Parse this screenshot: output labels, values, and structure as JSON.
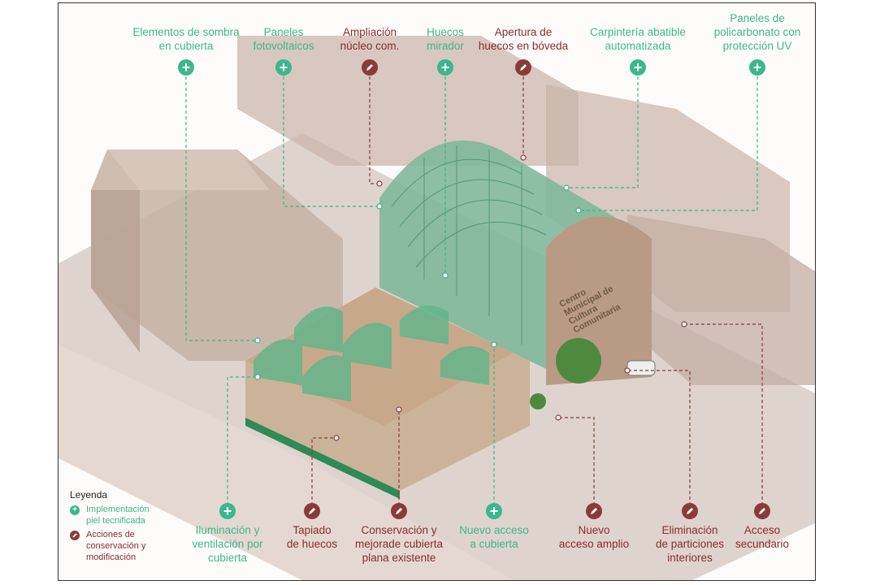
{
  "colors": {
    "implementation": "#3bb88a",
    "conservation": "#8b3a3a",
    "building_mass": "#cdb9ad",
    "ground": "#d7c8c0"
  },
  "top_annotations": [
    {
      "text": "Elementos de sombra\nen cubierta",
      "type": "implementation",
      "icon": "plus-icon"
    },
    {
      "text": "Paneles\nfotovoltaicos",
      "type": "implementation",
      "icon": "plus-icon"
    },
    {
      "text": "Ampliación\nnúcleo com.",
      "type": "conservation",
      "icon": "pencil-icon"
    },
    {
      "text": "Huecos\nmirador",
      "type": "implementation",
      "icon": "plus-icon"
    },
    {
      "text": "Apertura de\nhuecos en bóveda",
      "type": "conservation",
      "icon": "pencil-icon"
    },
    {
      "text": "Carpintería abatible\nautomatizada",
      "type": "implementation",
      "icon": "plus-icon"
    },
    {
      "text": "Paneles de\npolicarbonato con\nprotección UV",
      "type": "implementation",
      "icon": "plus-icon"
    }
  ],
  "bottom_annotations": [
    {
      "text": "Iluminación y\nventilación por\ncubierta",
      "type": "implementation",
      "icon": "plus-icon"
    },
    {
      "text": "Tapiado\nde huecos",
      "type": "conservation",
      "icon": "pencil-icon"
    },
    {
      "text": "Conservación y\nmejorade cubierta\nplana existente",
      "type": "conservation",
      "icon": "pencil-icon"
    },
    {
      "text": "Nuevo acceso\na cubierta",
      "type": "implementation",
      "icon": "plus-icon"
    },
    {
      "text": "Nuevo\nacceso amplio",
      "type": "conservation",
      "icon": "pencil-icon"
    },
    {
      "text": "Eliminación\nde particiones\ninteriores",
      "type": "conservation",
      "icon": "pencil-icon"
    },
    {
      "text": "Acceso\nsecundario",
      "type": "conservation",
      "icon": "pencil-icon"
    }
  ],
  "legend": {
    "title": "Leyenda",
    "items": [
      {
        "text": "Implementación\npiel tecnificada",
        "type": "implementation"
      },
      {
        "text": "Acciones de\nconservación y\nmodificación",
        "type": "conservation"
      }
    ]
  },
  "facade_sign": "Centro\nMunicipal de\nCultura\nComunitaria"
}
